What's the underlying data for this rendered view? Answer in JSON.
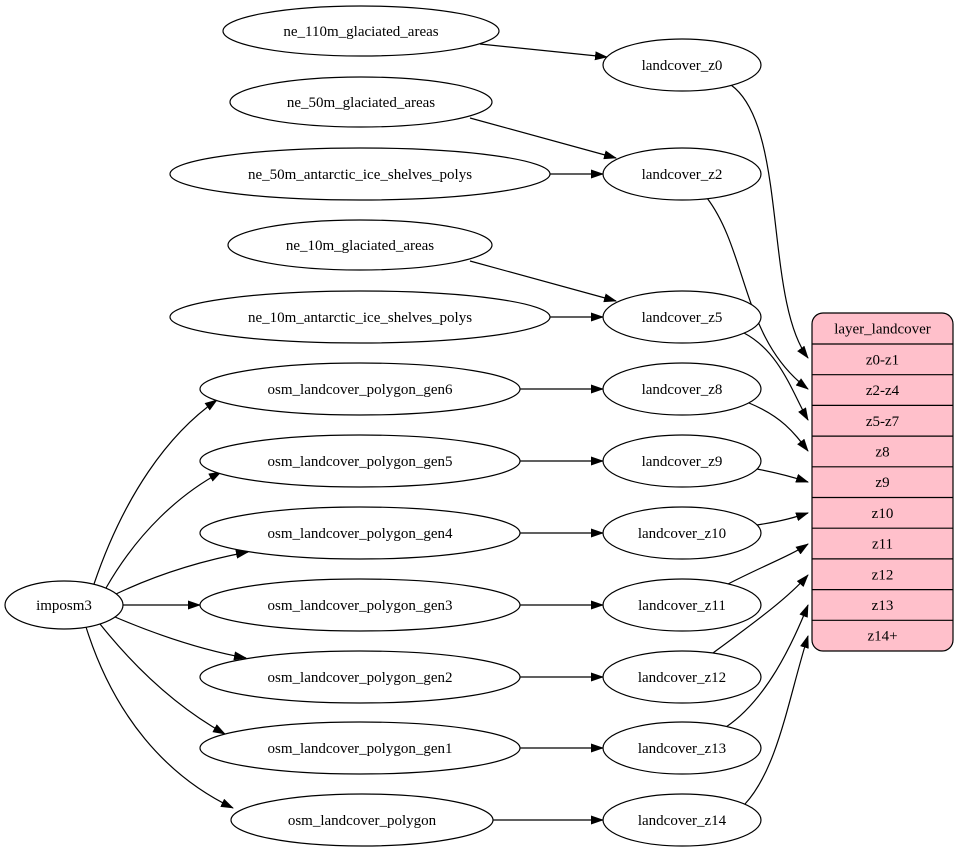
{
  "diagram": {
    "importer": {
      "id": "imposm3",
      "label": "imposm3"
    },
    "sources": [
      {
        "id": "ne_110m_glaciated_areas",
        "label": "ne_110m_glaciated_areas"
      },
      {
        "id": "ne_50m_glaciated_areas",
        "label": "ne_50m_glaciated_areas"
      },
      {
        "id": "ne_50m_antarctic_ice_shelves_polys",
        "label": "ne_50m_antarctic_ice_shelves_polys"
      },
      {
        "id": "ne_10m_glaciated_areas",
        "label": "ne_10m_glaciated_areas"
      },
      {
        "id": "ne_10m_antarctic_ice_shelves_polys",
        "label": "ne_10m_antarctic_ice_shelves_polys"
      },
      {
        "id": "osm_landcover_polygon_gen6",
        "label": "osm_landcover_polygon_gen6"
      },
      {
        "id": "osm_landcover_polygon_gen5",
        "label": "osm_landcover_polygon_gen5"
      },
      {
        "id": "osm_landcover_polygon_gen4",
        "label": "osm_landcover_polygon_gen4"
      },
      {
        "id": "osm_landcover_polygon_gen3",
        "label": "osm_landcover_polygon_gen3"
      },
      {
        "id": "osm_landcover_polygon_gen2",
        "label": "osm_landcover_polygon_gen2"
      },
      {
        "id": "osm_landcover_polygon_gen1",
        "label": "osm_landcover_polygon_gen1"
      },
      {
        "id": "osm_landcover_polygon",
        "label": "osm_landcover_polygon"
      }
    ],
    "intermediates": [
      {
        "id": "landcover_z0",
        "label": "landcover_z0"
      },
      {
        "id": "landcover_z2",
        "label": "landcover_z2"
      },
      {
        "id": "landcover_z5",
        "label": "landcover_z5"
      },
      {
        "id": "landcover_z8",
        "label": "landcover_z8"
      },
      {
        "id": "landcover_z9",
        "label": "landcover_z9"
      },
      {
        "id": "landcover_z10",
        "label": "landcover_z10"
      },
      {
        "id": "landcover_z11",
        "label": "landcover_z11"
      },
      {
        "id": "landcover_z12",
        "label": "landcover_z12"
      },
      {
        "id": "landcover_z13",
        "label": "landcover_z13"
      },
      {
        "id": "landcover_z14",
        "label": "landcover_z14"
      }
    ],
    "layer_table": {
      "title": "layer_landcover",
      "rows": [
        "z0-z1",
        "z2-z4",
        "z5-z7",
        "z8",
        "z9",
        "z10",
        "z11",
        "z12",
        "z13",
        "z14+"
      ]
    },
    "edges": [
      {
        "from": "imposm3",
        "to": "osm_landcover_polygon_gen6"
      },
      {
        "from": "imposm3",
        "to": "osm_landcover_polygon_gen5"
      },
      {
        "from": "imposm3",
        "to": "osm_landcover_polygon_gen4"
      },
      {
        "from": "imposm3",
        "to": "osm_landcover_polygon_gen3"
      },
      {
        "from": "imposm3",
        "to": "osm_landcover_polygon_gen2"
      },
      {
        "from": "imposm3",
        "to": "osm_landcover_polygon_gen1"
      },
      {
        "from": "imposm3",
        "to": "osm_landcover_polygon"
      },
      {
        "from": "ne_110m_glaciated_areas",
        "to": "landcover_z0"
      },
      {
        "from": "ne_50m_glaciated_areas",
        "to": "landcover_z2"
      },
      {
        "from": "ne_50m_antarctic_ice_shelves_polys",
        "to": "landcover_z2"
      },
      {
        "from": "ne_10m_glaciated_areas",
        "to": "landcover_z5"
      },
      {
        "from": "ne_10m_antarctic_ice_shelves_polys",
        "to": "landcover_z5"
      },
      {
        "from": "osm_landcover_polygon_gen6",
        "to": "landcover_z8"
      },
      {
        "from": "osm_landcover_polygon_gen5",
        "to": "landcover_z9"
      },
      {
        "from": "osm_landcover_polygon_gen4",
        "to": "landcover_z10"
      },
      {
        "from": "osm_landcover_polygon_gen3",
        "to": "landcover_z11"
      },
      {
        "from": "osm_landcover_polygon_gen2",
        "to": "landcover_z12"
      },
      {
        "from": "osm_landcover_polygon_gen1",
        "to": "landcover_z13"
      },
      {
        "from": "osm_landcover_polygon",
        "to": "landcover_z14"
      },
      {
        "from": "landcover_z0",
        "to": "row:z0-z1"
      },
      {
        "from": "landcover_z2",
        "to": "row:z2-z4"
      },
      {
        "from": "landcover_z5",
        "to": "row:z5-z7"
      },
      {
        "from": "landcover_z8",
        "to": "row:z8"
      },
      {
        "from": "landcover_z9",
        "to": "row:z9"
      },
      {
        "from": "landcover_z10",
        "to": "row:z10"
      },
      {
        "from": "landcover_z11",
        "to": "row:z11"
      },
      {
        "from": "landcover_z12",
        "to": "row:z12"
      },
      {
        "from": "landcover_z13",
        "to": "row:z13"
      },
      {
        "from": "landcover_z14",
        "to": "row:z14+"
      }
    ]
  },
  "colors": {
    "node_fill": "#ffffff",
    "node_stroke": "#000000",
    "table_fill": "#ffc0cb",
    "table_stroke": "#000000",
    "edge": "#000000",
    "text": "#000000",
    "background": "#ffffff"
  }
}
